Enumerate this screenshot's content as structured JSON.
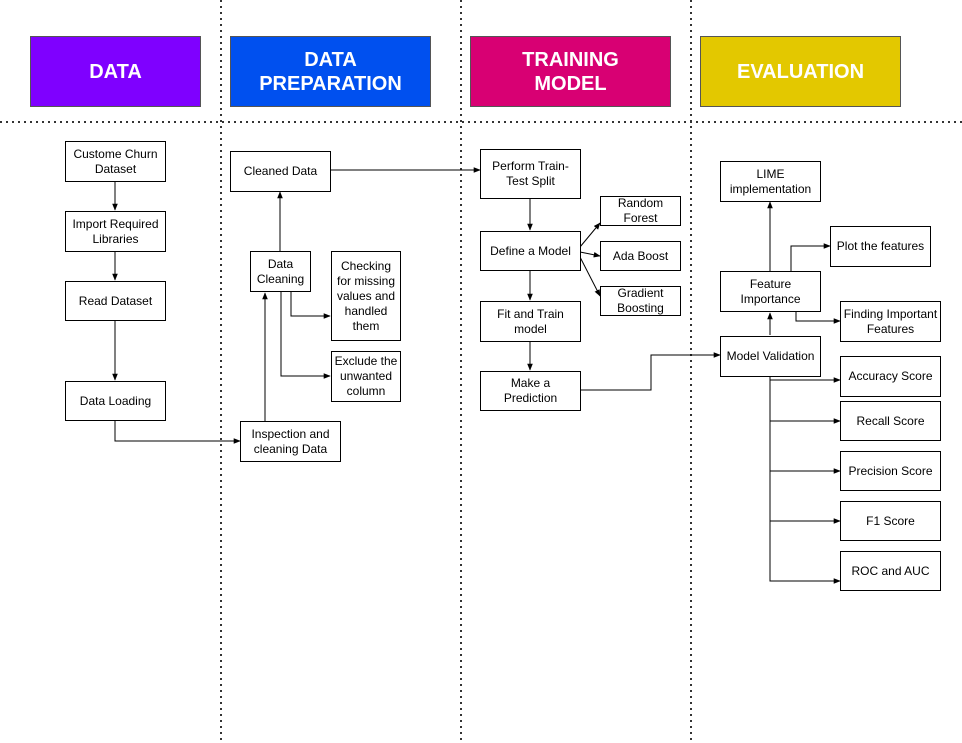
{
  "colors": {
    "data": "#7f00ff",
    "preparation": "#0050ef",
    "training": "#d80073",
    "evaluation": "#e3c800"
  },
  "headers": {
    "data": "DATA",
    "preparation": "DATA PREPARATION",
    "training": "TRAINING MODEL",
    "evaluation": "EVALUATION"
  },
  "nodes": {
    "customer_churn": "Custome Churn Dataset",
    "import_libraries": "Import Required Libraries",
    "read_dataset": "Read Dataset",
    "data_loading": "Data Loading",
    "cleaned_data": "Cleaned Data",
    "data_cleaning": "Data Cleaning",
    "checking_missing": "Checking for missing values and handled them",
    "exclude_unwanted": "Exclude the unwanted column",
    "inspection_cleaning": "Inspection and cleaning Data",
    "train_test_split": "Perform Train-Test Split",
    "define_model": "Define a Model",
    "random_forest": "Random Forest",
    "ada_boost": "Ada Boost",
    "gradient_boosting": "Gradient Boosting",
    "fit_train": "Fit and Train model",
    "make_prediction": "Make a Prediction",
    "lime": "LIME implementation",
    "plot_features": "Plot the features",
    "feature_importance": "Feature Importance",
    "finding_important": "Finding Important Features",
    "model_validation": "Model Validation",
    "accuracy": "Accuracy Score",
    "recall": "Recall Score",
    "precision": "Precision Score",
    "f1": "F1 Score",
    "roc_auc": "ROC and AUC"
  }
}
